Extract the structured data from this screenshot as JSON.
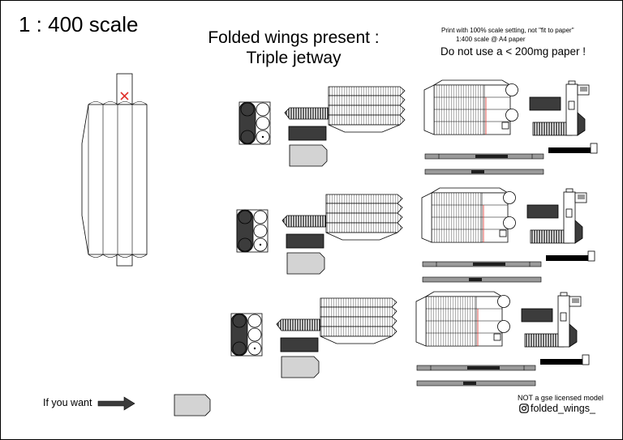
{
  "header": {
    "scale": "1 : 400 scale",
    "title_line1": "Folded wings present :",
    "title_line2": "Triple jetway"
  },
  "notes": {
    "print": "Print with 100% scale setting, not \"fit to paper\"",
    "scale_paper": "1:400 scale @ A4 paper",
    "paper_warning": "Do not use a < 200mg paper !"
  },
  "footer": {
    "if_you_want": "If you want",
    "license": "NOT a gse licensed model",
    "handle": "folded_wings_"
  },
  "icons": {
    "instagram": "instagram-icon",
    "arrow": "right-arrow-icon",
    "cut_mark": "x-mark-icon"
  },
  "colors": {
    "dark_gray": "#3c3c3c",
    "light_gray": "#d3d3d3",
    "mark_red": "#e0302a"
  }
}
